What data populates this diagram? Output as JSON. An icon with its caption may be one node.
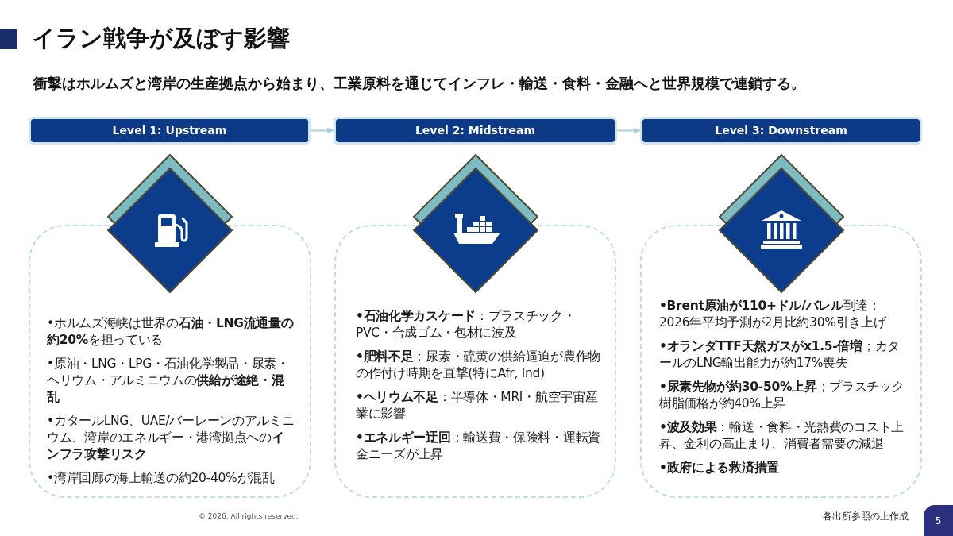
{
  "diagram": {
    "title": "イラン戦争が及ぼす影響",
    "nodes": [
      {
        "text": [
          "Level 1: Upstream"
        ]
      },
      {
        "text": [
          "Level 2: Midstream"
        ]
      },
      {
        "text": [
          "Level 3: Downstream"
        ]
      },
      {
        "text": [
          "•ホルムズ海峡は世界の**石油・LNG流通量の約20%**を担っている",
          "•原油・LNG・LPG・石油化学製品・尿素・ヘリウム・アルミニウムの**供給が途絶・混乱**",
          "•カタールLNG、UAE/バーレーンのアルミニウム、湾岸のエネルギー・港湾拠点への**インフラ攻撃リスク**",
          "•湾岸回廊の海上輸送の約20-40%が混乱"
        ]
      },
      {
        "text": [
          "**•石油化学カスケード**：プラスチック・PVC・合成ゴム・包材に波及",
          "**•肥料不足**：尿素・硫黄の供給逼迫が農作物の作付け時期を直撃(特にAfr, Ind)",
          "**•ヘリウム不足**：半導体・MRI・航空宇宙産業に影響",
          "**•エネルギー迂回**：輸送費・保険料・運転資金ニーズが上昇"
        ]
      },
      {
        "text": [
          "**•Brent原油が110+ドル/バレル**到達；2026年平均予測が2月比約30%引き上げ",
          "**•オランダTTF天然ガスがx1.5-倍増**；カタールのLNG輸出能力が約17%喪失",
          "**•尿素先物が約30-50%上昇**；プラスチック樹脂価格が約40%上昇",
          "**•波及効果**：輸送・食料・光熱費のコスト上昇、金利の高止まり、消費者需要の減退",
          "•政府による救済措置"
        ]
      }
    ],
    "edges": [
      {
        "from": 0,
        "to": 1,
        "arrow": "to"
      },
      {
        "from": 1,
        "to": 2,
        "arrow": "to"
      }
    ],
    "labels": [
      "衝撃はホルムズと湾岸の生産拠点から始まり、工業原料を通じてインフレ・輸送・食料・金融へと世界規模で連鎖する。",
      "© 2026. All rights reserved.",
      "各出所参照の上作成",
      "5"
    ]
  }
}
